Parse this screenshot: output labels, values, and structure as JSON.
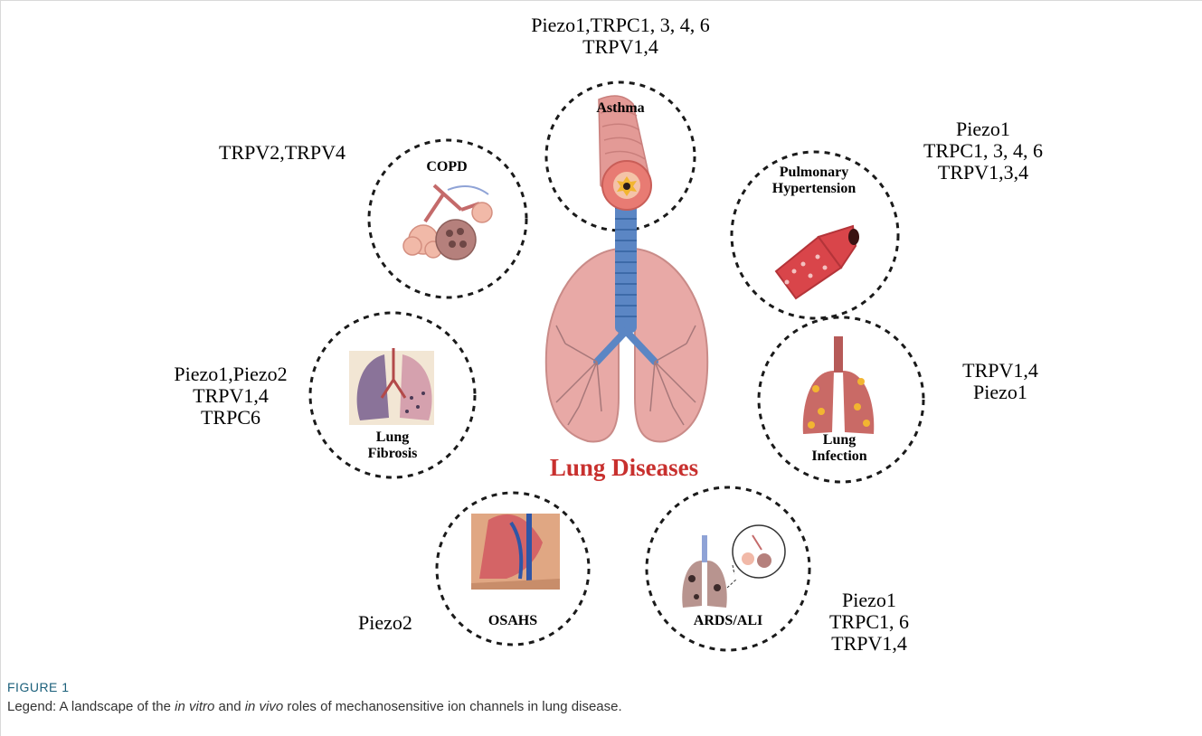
{
  "center": {
    "title": "Lung Diseases"
  },
  "diseases": [
    {
      "id": "asthma",
      "title_lines": [
        "Asthma"
      ],
      "channels": [
        "Piezo1,TRPC1, 3, 4, 6",
        "TRPV1,4"
      ]
    },
    {
      "id": "copd",
      "title_lines": [
        "COPD"
      ],
      "channels": [
        "TRPV2,TRPV4"
      ]
    },
    {
      "id": "pulmonary-hypertension",
      "title_lines": [
        "Pulmonary",
        "Hypertension"
      ],
      "channels": [
        "Piezo1",
        "TRPC1, 3, 4, 6",
        "TRPV1,3,4"
      ]
    },
    {
      "id": "lung-fibrosis",
      "title_lines": [
        "Lung",
        "Fibrosis"
      ],
      "channels": [
        "Piezo1,Piezo2",
        "TRPV1,4",
        "TRPC6"
      ]
    },
    {
      "id": "lung-infection",
      "title_lines": [
        "Lung",
        "Infection"
      ],
      "channels": [
        "TRPV1,4",
        "Piezo1"
      ]
    },
    {
      "id": "osahs",
      "title_lines": [
        "OSAHS"
      ],
      "channels": [
        "Piezo2"
      ]
    },
    {
      "id": "ards-ali",
      "title_lines": [
        "ARDS/ALI"
      ],
      "channels": [
        "Piezo1",
        "TRPC1, 6",
        "TRPV1,4"
      ]
    }
  ],
  "caption": {
    "head": "FIGURE 1",
    "text_parts": [
      "Legend: A landscape of the ",
      "in vitro",
      " and ",
      "in vivo",
      " roles of mechanosensitive ion channels in lung disease."
    ]
  },
  "colors": {
    "title_red": "#c8302e",
    "caption_head": "#1a5f7a",
    "lung_pink": "#e8a9a6",
    "trachea_blue": "#5b86c4",
    "dashed_circle": "#1a1a1a"
  }
}
